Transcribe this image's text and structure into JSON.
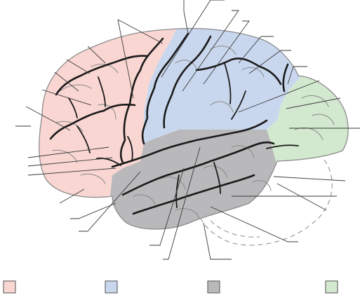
{
  "regions": [
    {
      "key": "frontal",
      "color": "#f9d6d2"
    },
    {
      "key": "parietal",
      "color": "#c9d7ee"
    },
    {
      "key": "temporal",
      "color": "#b9b8ba"
    },
    {
      "key": "occipital",
      "color": "#d3e9cf"
    }
  ],
  "legend": [
    {
      "key": "frontal",
      "color": "#f9d6d2"
    },
    {
      "key": "parietal",
      "color": "#c9d7ee"
    },
    {
      "key": "temporal",
      "color": "#b9b8ba"
    },
    {
      "key": "occipital",
      "color": "#d3e9cf"
    }
  ],
  "colors": {
    "leader": "#3a3a3a",
    "sulcus": "#1a1a1a",
    "outline": "#8c8c8c",
    "cerebellum_dash": "#9a9a9a"
  }
}
